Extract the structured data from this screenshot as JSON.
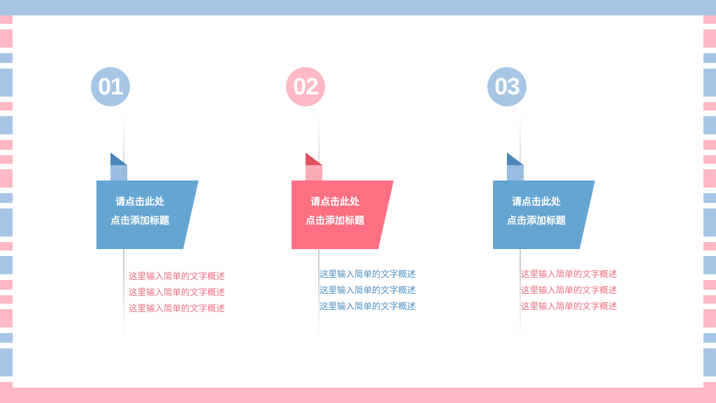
{
  "colors": {
    "blue": "#64a5d2",
    "blue_light": "#a7c6e6",
    "blue_dark": "#4a86b8",
    "pink": "#ff6f82",
    "pink_light": "#ffb8c4",
    "pink_dark": "#e0505f",
    "desc_blue": "#4f8fc4",
    "desc_pink": "#ef6f7f"
  },
  "steps": [
    {
      "number": "01",
      "circle_color": "#a7c6e6",
      "banner_color": "#64a5d2",
      "title_line1": "请点击此处",
      "title_line2": "点击添加标题",
      "desc_color": "#ef6f7f",
      "desc": [
        "这里输入简单的文字概述",
        "这里输入简单的文字概述",
        "这里输入简单的文字概述"
      ]
    },
    {
      "number": "02",
      "circle_color": "#ffb8c4",
      "banner_color": "#ff6f82",
      "title_line1": "请点击此处",
      "title_line2": "点击添加标题",
      "desc_color": "#4f8fc4",
      "desc": [
        "这里输入简单的文字概述",
        "这里输入简单的文字概述",
        "这里输入简单的文字概述"
      ]
    },
    {
      "number": "03",
      "circle_color": "#a7c6e6",
      "banner_color": "#64a5d2",
      "title_line1": "请点击此处",
      "title_line2": "点击添加标题",
      "desc_color": "#ef6f7f",
      "desc": [
        "这里输入简单的文字概述",
        "这里输入简单的文字概述",
        "这里输入简单的文字概述"
      ]
    }
  ]
}
